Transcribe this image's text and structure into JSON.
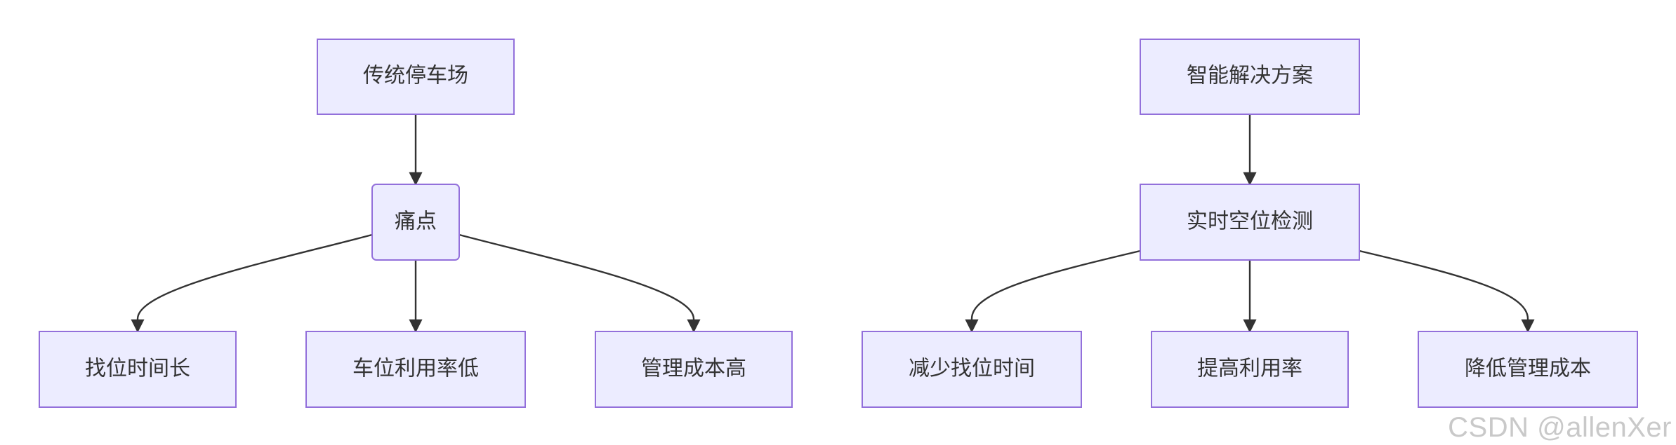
{
  "left_flow": {
    "root": "传统停车场",
    "middle": "痛点",
    "leaves": [
      "找位时间长",
      "车位利用率低",
      "管理成本高"
    ]
  },
  "right_flow": {
    "root": "智能解决方案",
    "middle": "实时空位检测",
    "leaves": [
      "减少找位时间",
      "提高利用率",
      "降低管理成本"
    ]
  },
  "watermark": "CSDN @allenXer",
  "colors": {
    "node_fill": "#ececff",
    "node_stroke": "#9370db",
    "edge": "#333333",
    "text": "#333333"
  }
}
